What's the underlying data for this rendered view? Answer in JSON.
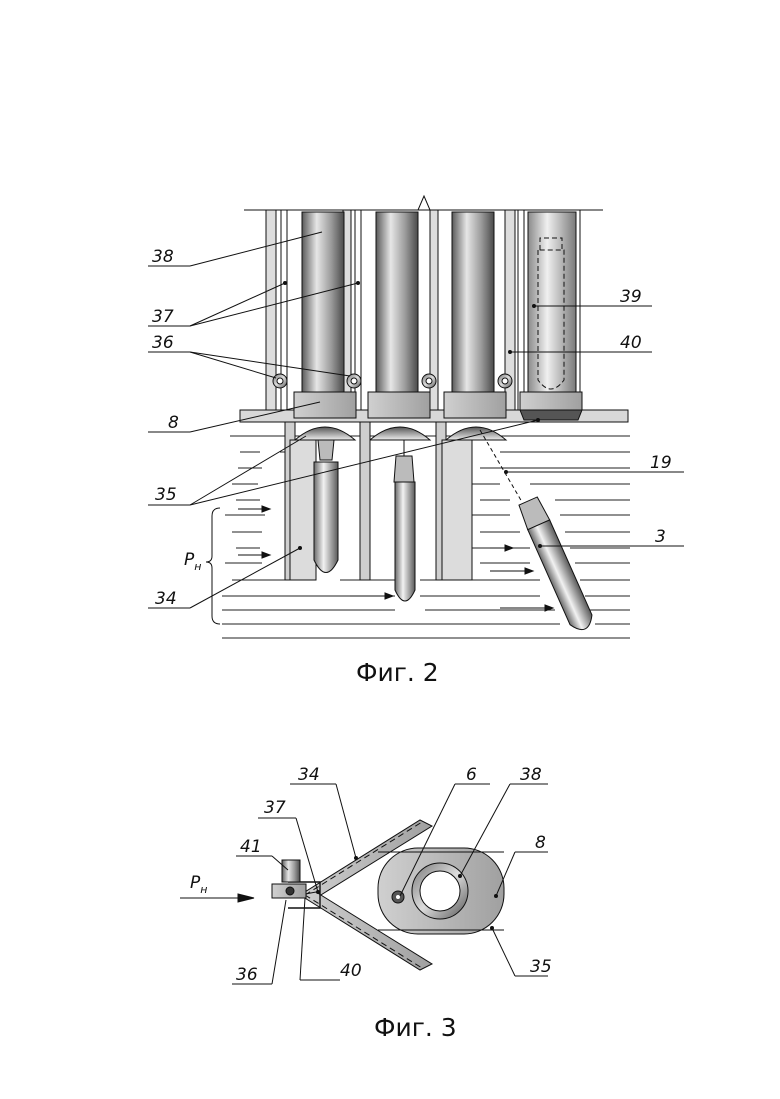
{
  "figures": [
    {
      "caption": "Фиг. 2",
      "labels": {
        "l38": "38",
        "l37": "37",
        "l36": "36",
        "l8": "8",
        "l35": "35",
        "pn": "P",
        "pn_sub": "н",
        "l34": "34",
        "l39": "39",
        "l40": "40",
        "l19": "19",
        "l3": "3"
      }
    },
    {
      "caption": "Фиг. 3",
      "labels": {
        "l34": "34",
        "l37": "37",
        "l41": "41",
        "pn": "P",
        "pn_sub": "н",
        "l36": "36",
        "l40": "40",
        "l6": "6",
        "l38": "38",
        "l8": "8",
        "l35": "35"
      }
    }
  ]
}
